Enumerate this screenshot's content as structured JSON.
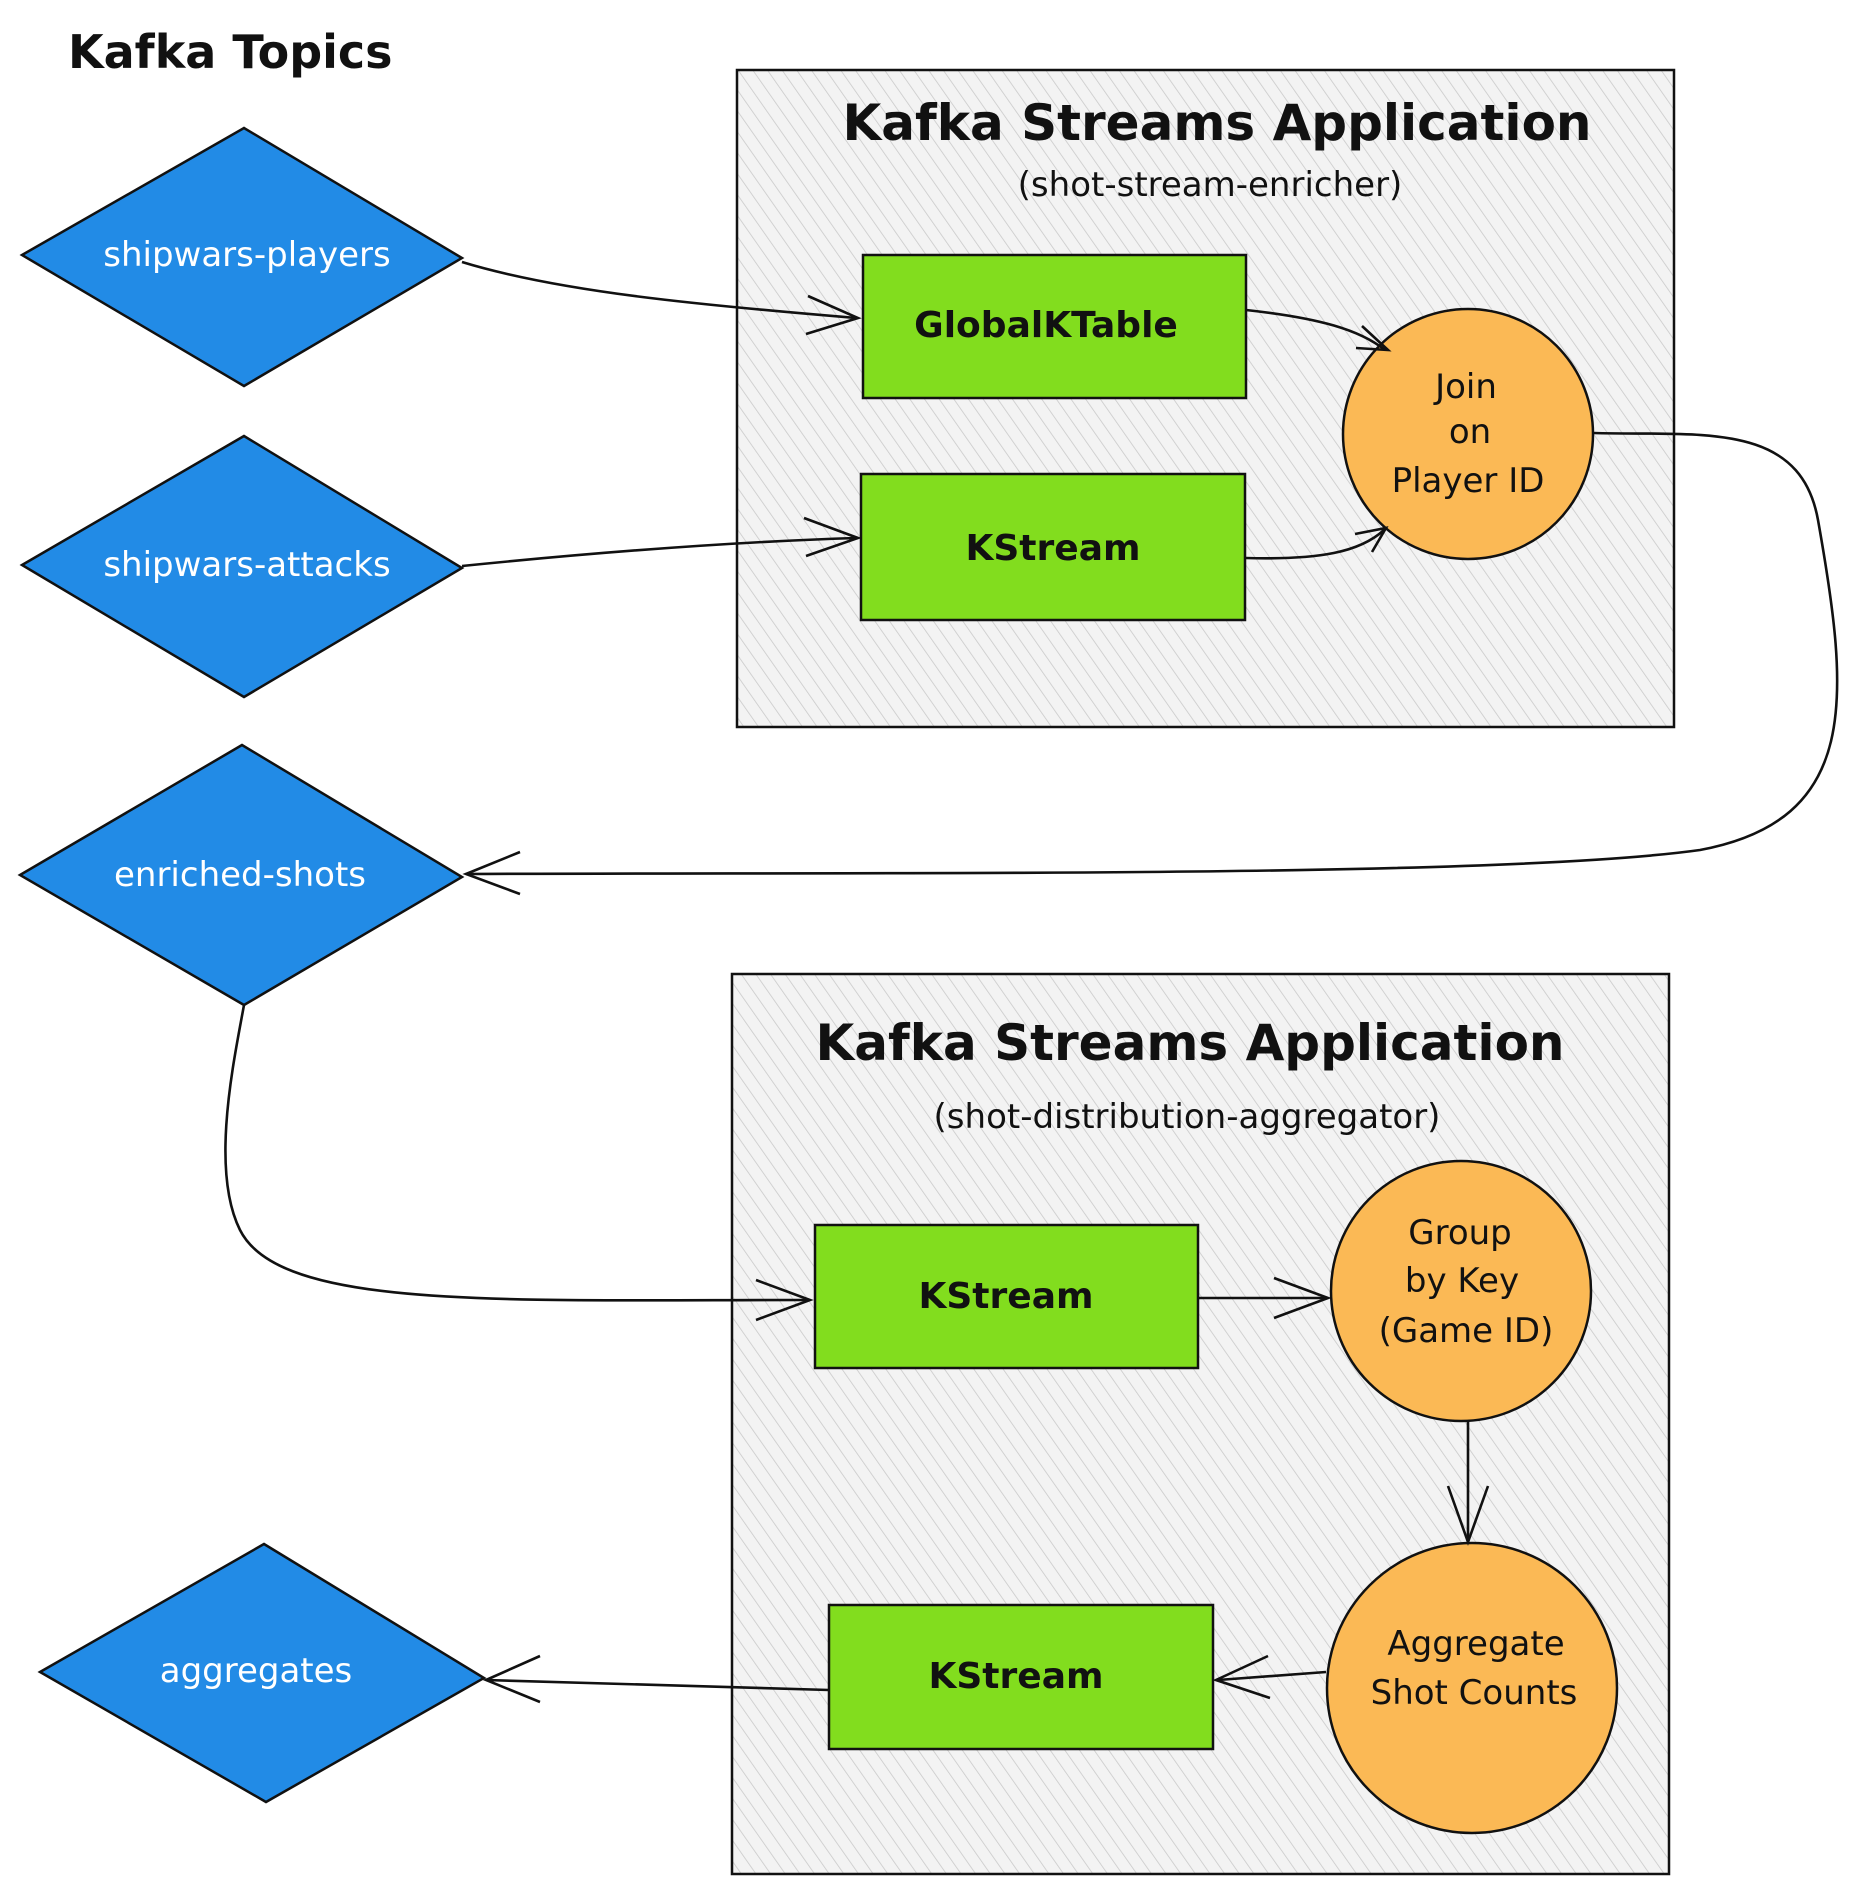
{
  "heading": "Kafka Topics",
  "topics": [
    {
      "id": "shipwars-players",
      "label": "shipwars-players"
    },
    {
      "id": "shipwars-attacks",
      "label": "shipwars-attacks"
    },
    {
      "id": "enriched-shots",
      "label": "enriched-shots"
    },
    {
      "id": "aggregates",
      "label": "aggregates"
    }
  ],
  "apps": [
    {
      "title": "Kafka Streams Application",
      "subtitle": "(shot-stream-enricher)",
      "boxes": [
        {
          "id": "globalktable",
          "label": "GlobalKTable"
        },
        {
          "id": "kstream-attacks",
          "label": "KStream"
        }
      ],
      "operations": [
        {
          "id": "join",
          "lines": [
            "Join",
            "on",
            "Player ID"
          ]
        }
      ]
    },
    {
      "title": "Kafka Streams Application",
      "subtitle": "(shot-distribution-aggregator)",
      "boxes": [
        {
          "id": "kstream-in",
          "label": "KStream"
        },
        {
          "id": "kstream-out",
          "label": "KStream"
        }
      ],
      "operations": [
        {
          "id": "group",
          "lines": [
            "Group",
            "by Key",
            "(Game ID)"
          ]
        },
        {
          "id": "aggregate",
          "lines": [
            "Aggregate",
            "Shot Counts"
          ]
        }
      ]
    }
  ],
  "colors": {
    "topic_fill": "#228be6",
    "box_fill": "#82dd1e",
    "operation_fill": "#fbb955",
    "app_fill": "#eeeeee",
    "stroke": "#111111"
  }
}
